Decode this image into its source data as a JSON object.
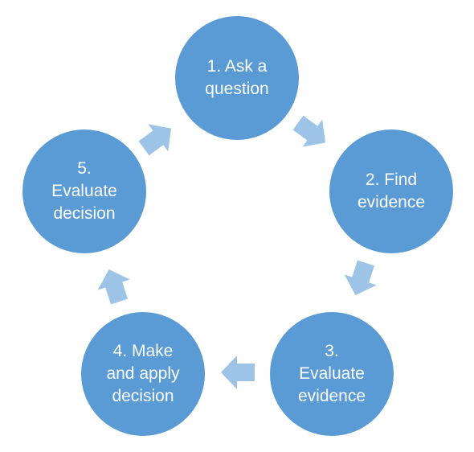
{
  "colors": {
    "node_fill": "#5b9bd5",
    "node_text": "#ffffff",
    "arrow_fill": "#9dc3e6"
  },
  "nodes": [
    {
      "label": "1. Ask a\nquestion"
    },
    {
      "label": "2. Find\nevidence"
    },
    {
      "label": "3.\nEvaluate\nevidence"
    },
    {
      "label": "4. Make\nand apply\ndecision"
    },
    {
      "label": "5.\nEvaluate\ndecision"
    }
  ],
  "arrows": [
    {
      "icon": "arrow-right-icon",
      "from": "1. Ask a question",
      "to": "2. Find evidence"
    },
    {
      "icon": "arrow-right-icon",
      "from": "2. Find evidence",
      "to": "3. Evaluate evidence"
    },
    {
      "icon": "arrow-right-icon",
      "from": "3. Evaluate evidence",
      "to": "4. Make and apply decision"
    },
    {
      "icon": "arrow-right-icon",
      "from": "4. Make and apply decision",
      "to": "5. Evaluate decision"
    },
    {
      "icon": "arrow-right-icon",
      "from": "5. Evaluate decision",
      "to": "1. Ask a question"
    }
  ]
}
